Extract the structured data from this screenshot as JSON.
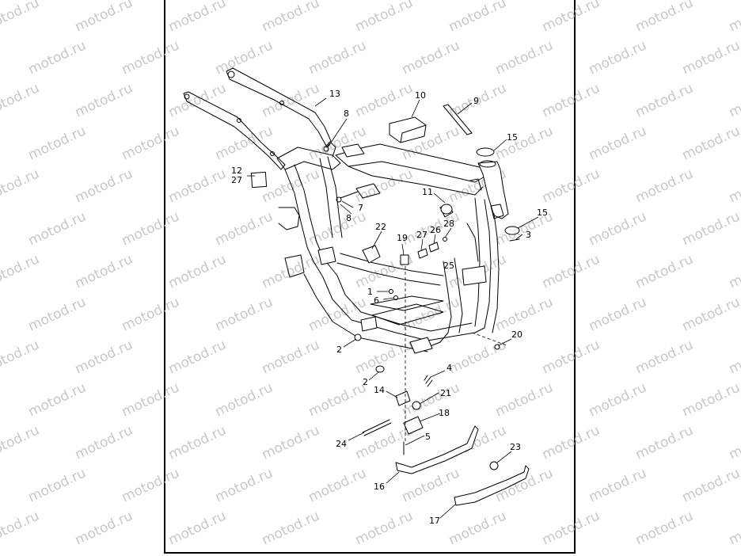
{
  "watermark": {
    "text": "motod.ru",
    "color": "#c8c8c8"
  },
  "callouts": [
    {
      "id": "c13",
      "label": "13"
    },
    {
      "id": "c8a",
      "label": "8"
    },
    {
      "id": "c10",
      "label": "10"
    },
    {
      "id": "c9",
      "label": "9"
    },
    {
      "id": "c15a",
      "label": "15"
    },
    {
      "id": "c12",
      "label": "12"
    },
    {
      "id": "c27a",
      "label": "27"
    },
    {
      "id": "c11",
      "label": "11"
    },
    {
      "id": "c7",
      "label": "7"
    },
    {
      "id": "c8b",
      "label": "8"
    },
    {
      "id": "c15b",
      "label": "15"
    },
    {
      "id": "c3",
      "label": "3"
    },
    {
      "id": "c22",
      "label": "22"
    },
    {
      "id": "c19",
      "label": "19"
    },
    {
      "id": "c27b",
      "label": "27"
    },
    {
      "id": "c26",
      "label": "26"
    },
    {
      "id": "c28",
      "label": "28"
    },
    {
      "id": "c25",
      "label": "25"
    },
    {
      "id": "c1",
      "label": "1"
    },
    {
      "id": "c6",
      "label": "6"
    },
    {
      "id": "c20",
      "label": "20"
    },
    {
      "id": "c2a",
      "label": "2"
    },
    {
      "id": "c2b",
      "label": "2"
    },
    {
      "id": "c4",
      "label": "4"
    },
    {
      "id": "c14",
      "label": "14"
    },
    {
      "id": "c21",
      "label": "21"
    },
    {
      "id": "c18",
      "label": "18"
    },
    {
      "id": "c24",
      "label": "24"
    },
    {
      "id": "c5",
      "label": "5"
    },
    {
      "id": "c23",
      "label": "23"
    },
    {
      "id": "c16",
      "label": "16"
    },
    {
      "id": "c17",
      "label": "17"
    }
  ]
}
